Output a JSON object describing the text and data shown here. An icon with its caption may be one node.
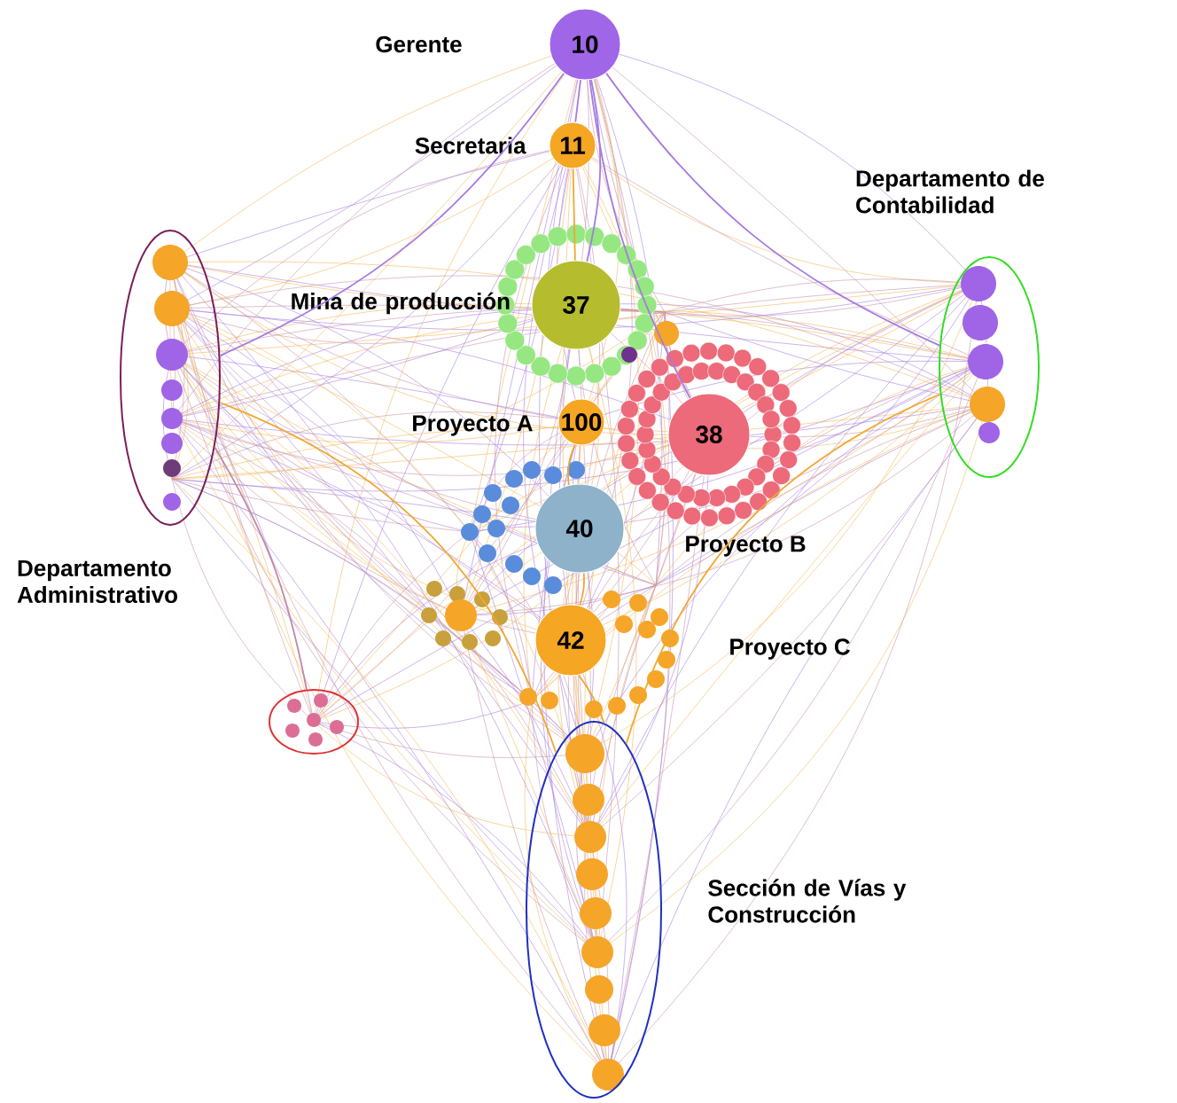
{
  "diagram": {
    "nodes": [
      {
        "text": [
          "10"
        ],
        "beside": [
          "Gerente"
        ]
      },
      {
        "text": [
          "11"
        ],
        "beside": [
          "Secretaria"
        ]
      },
      {
        "text": [
          "37"
        ],
        "beside": [
          "Mina de producción"
        ]
      },
      {
        "text": [
          "100"
        ],
        "beside": [
          "Proyecto A"
        ]
      },
      {
        "text": [
          "38"
        ]
      },
      {
        "text": [
          "40"
        ],
        "beside": [
          "Proyecto B"
        ]
      },
      {
        "text": [
          "42"
        ]
      },
      {
        "text": [
          "Departamento de Contabilidad"
        ]
      },
      {
        "text": [
          "Departamento Administrativo"
        ]
      },
      {
        "text": [
          "Sección de Vías y Construcción"
        ]
      },
      {
        "text": [],
        "shape": "ellipse"
      }
    ],
    "edges": [
      {
        "from": 0,
        "to": 1,
        "arrow": "none",
        "color": "#a57be0"
      },
      {
        "from": 0,
        "to": 2,
        "arrow": "none",
        "color": "#a57be0"
      },
      {
        "from": 0,
        "to": 7,
        "arrow": "none",
        "color": "#a57be0"
      },
      {
        "from": 0,
        "to": 8,
        "arrow": "none",
        "color": "#a57be0"
      },
      {
        "from": 0,
        "to": 4,
        "arrow": "none",
        "color": "#a57be0"
      },
      {
        "from": 1,
        "to": 2,
        "arrow": "none"
      },
      {
        "from": 3,
        "to": 5,
        "arrow": "none"
      },
      {
        "from": 5,
        "to": 6,
        "arrow": "none"
      },
      {
        "from": 6,
        "to": 9,
        "arrow": "none"
      },
      {
        "from": 8,
        "to": 9,
        "arrow": "none"
      },
      {
        "from": 8,
        "to": 10,
        "arrow": "none",
        "color": "#c08aa8"
      },
      {
        "from": 7,
        "to": 9,
        "arrow": "none"
      }
    ],
    "labels": [
      "Proyecto C"
    ]
  }
}
